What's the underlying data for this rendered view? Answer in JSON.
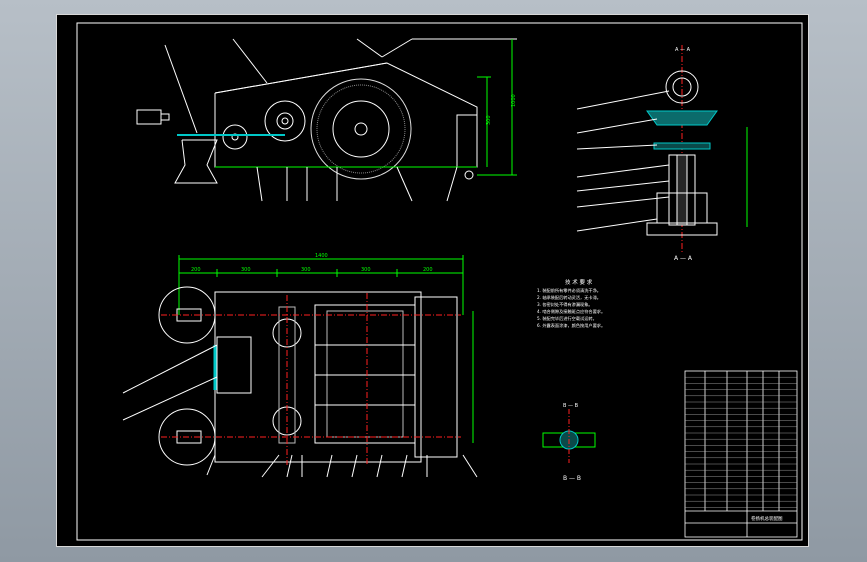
{
  "colors": {
    "background": "#000000",
    "frame": "#ffffff",
    "dimension": "#00ff00",
    "center_line": "#ff2020",
    "hatch": "#00c8c8",
    "part": "#ffffff"
  },
  "views": {
    "section_aa_label": "A — A",
    "section_bb_label": "B — B",
    "section_aa_caption": "A — A",
    "section_bb_caption": "B — B"
  },
  "dimensions": {
    "top_total": "1400",
    "top_segments": [
      "200",
      "300",
      "300",
      "300",
      "200"
    ],
    "side_height_1": "1000",
    "side_height_2": "300"
  },
  "technical_requirements": {
    "title": "技 术 要 求",
    "lines": [
      "1. 装配前所有零件必须清洗干净。",
      "2. 轴承装配后转动灵活，无卡滞。",
      "3. 各密封处不得有渗漏现象。",
      "4. 啮合侧隙及接触斑点应符合要求。",
      "5. 装配完毕后进行空载试运转。",
      "6. 外露表面涂漆，颜色按用户要求。"
    ]
  },
  "title_block": {
    "drawing_name": "卷扬机总装配图"
  }
}
